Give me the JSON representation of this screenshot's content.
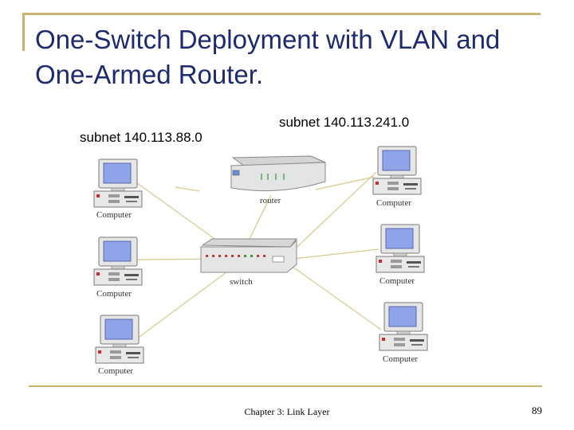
{
  "slide": {
    "title": "One-Switch Deployment with VLAN and One-Armed Router.",
    "footer": "Chapter 3: Link Layer",
    "page_number": "89"
  },
  "diagram": {
    "subnet_left": "subnet 140.113.88.0",
    "subnet_right": "subnet 140.113.241.0",
    "router_label": "router",
    "switch_label": "switch",
    "computer_label": "Computer"
  },
  "colors": {
    "title": "#1e2a6e",
    "frame": "#c8b46e",
    "cable": "#d8c98a"
  }
}
